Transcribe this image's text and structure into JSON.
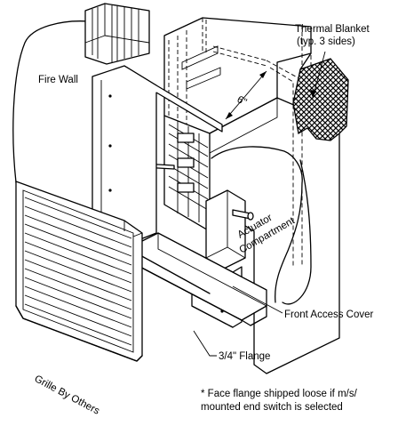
{
  "labels": {
    "thermal_blanket_line1": "Thermal Blanket",
    "thermal_blanket_line2": "(typ. 3 sides)",
    "fire_wall": "Fire Wall",
    "dimension": "6\"",
    "actuator_line1": "Actuator",
    "actuator_line2": "Compartment",
    "front_access_cover": "Front Access Cover",
    "flange": "3/4\" Flange",
    "grille": "Grille By Others",
    "note_line1": "* Face flange shipped loose if m/s/",
    "note_line2": "mounted end switch is selected"
  }
}
